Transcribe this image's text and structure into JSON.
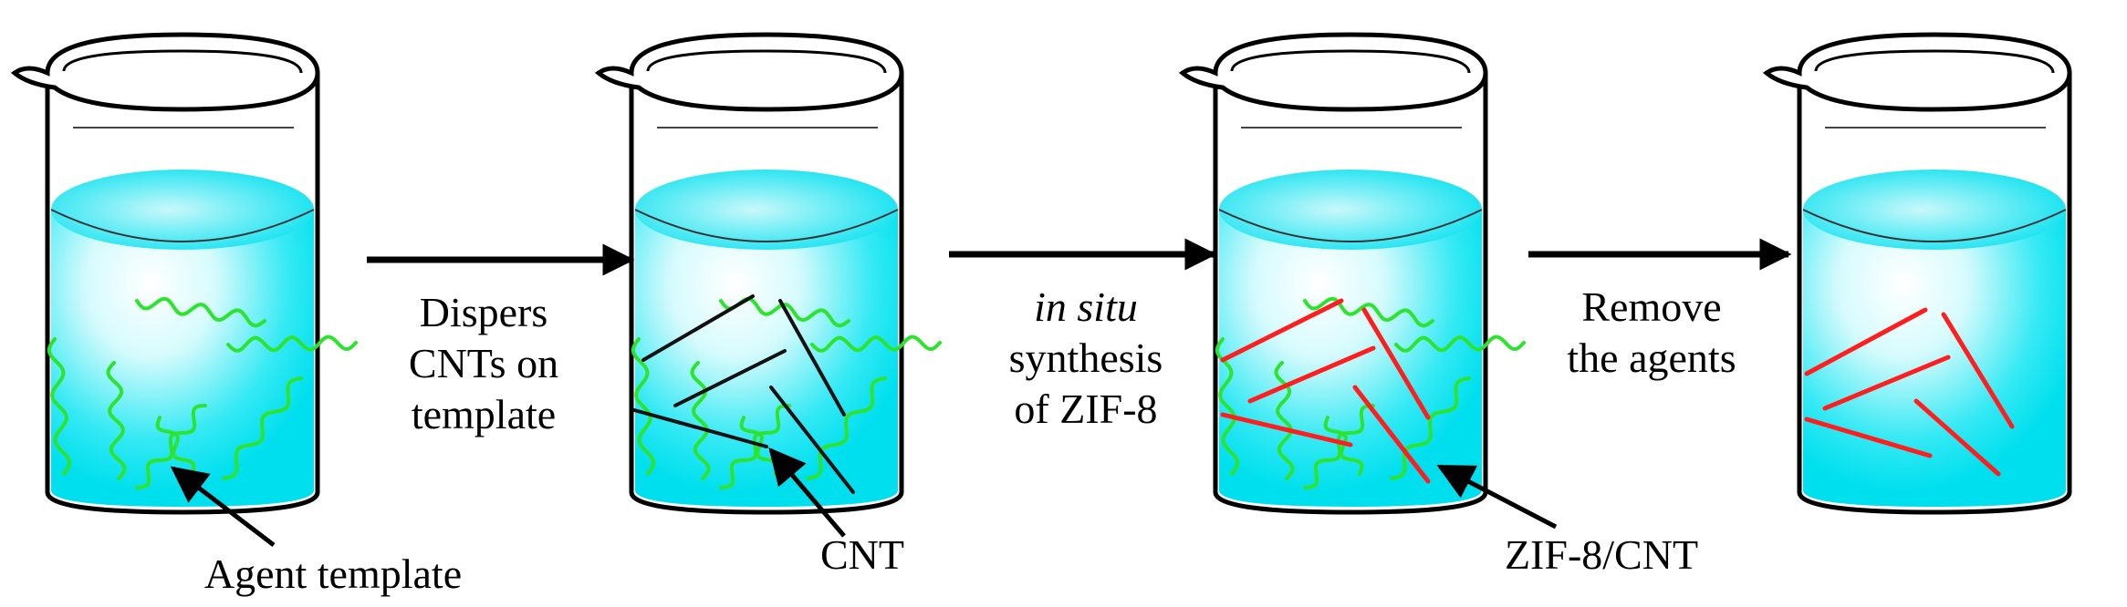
{
  "colors": {
    "liquid": "#00e5f2",
    "liquid_highlight": "#ffffff",
    "agent": "#2ee32e",
    "cnt": "#111111",
    "zif_cnt": "#ff1e1e",
    "outline": "#000000",
    "background": "#ffffff"
  },
  "steps": [
    {
      "name": "agent-template",
      "contents": [
        "agent-template"
      ]
    },
    {
      "name": "cnt-on-template",
      "contents": [
        "agent-template",
        "cnt"
      ]
    },
    {
      "name": "zif8-cnt-in-template",
      "contents": [
        "agent-template",
        "zif-8/cnt"
      ]
    },
    {
      "name": "zif8-cnt-after-removal",
      "contents": [
        "zif-8/cnt"
      ]
    }
  ],
  "arrows": [
    {
      "line1": "Dispers",
      "line2": "CNTs on",
      "line3": "template"
    },
    {
      "line1": "in situ",
      "line2": "synthesis",
      "line3": "of ZIF-8"
    },
    {
      "line1": "Remove",
      "line2": "the agents",
      "line3": ""
    }
  ],
  "callouts": {
    "agent_template": "Agent template",
    "cnt": "CNT",
    "zif_cnt": "ZIF-8/CNT"
  }
}
